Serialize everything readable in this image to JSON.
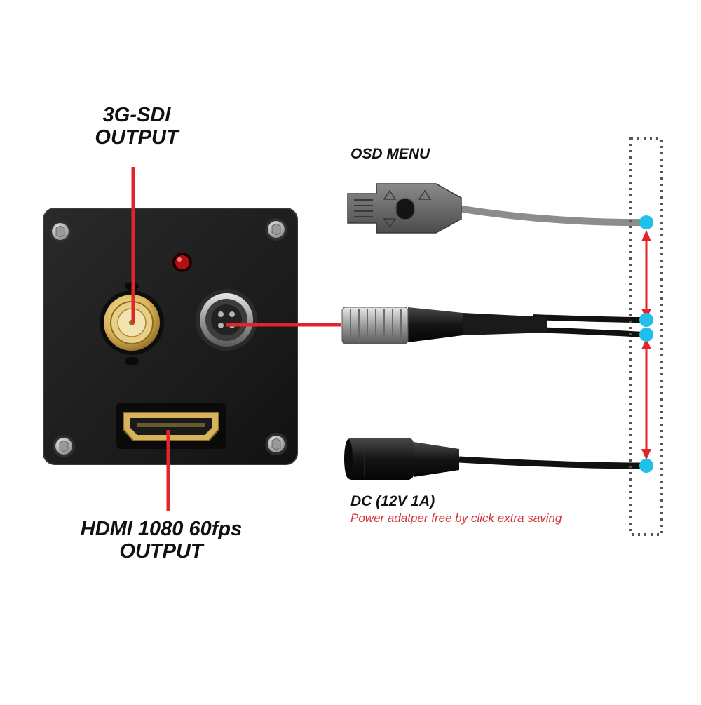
{
  "labels": {
    "sdi_line1": "3G-SDI",
    "sdi_line2": "OUTPUT",
    "hdmi_line1": "HDMI 1080 60fps",
    "hdmi_line2": "OUTPUT",
    "osd_menu": "OSD MENU",
    "dc_power": "DC (12V 1A)",
    "power_note": "Power adatper free by click extra saving"
  },
  "colors": {
    "callout_red": "#e0252b",
    "connector_blue": "#20c0ea",
    "camera_body": "#1a1a1a",
    "note_red": "#d23434"
  },
  "icons": [
    "bnc-connector",
    "hirose-connector",
    "hdmi-port",
    "status-led",
    "mounting-screw",
    "osd-button",
    "dc-barrel-jack"
  ]
}
